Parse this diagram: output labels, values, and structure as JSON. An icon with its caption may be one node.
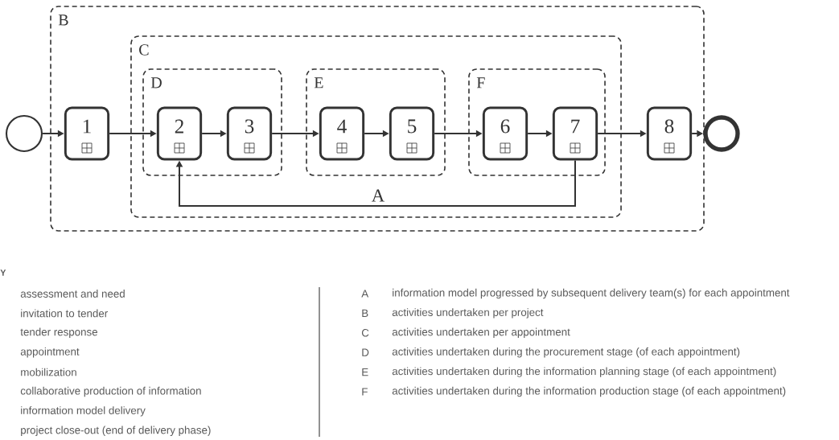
{
  "diagram": {
    "nodes": [
      {
        "text": [],
        "shape": "circle"
      },
      {
        "text": [
          "B"
        ]
      },
      {
        "text": [
          "1"
        ],
        "in": 1
      },
      {
        "text": [
          "C"
        ],
        "in": 1
      },
      {
        "text": [
          "D"
        ],
        "in": 3
      },
      {
        "text": [
          "2"
        ],
        "in": 4
      },
      {
        "text": [
          "3"
        ],
        "in": 4
      },
      {
        "text": [
          "E"
        ],
        "in": 3
      },
      {
        "text": [
          "4"
        ],
        "in": 7
      },
      {
        "text": [
          "5"
        ],
        "in": 7
      },
      {
        "text": [
          "F"
        ],
        "in": 3
      },
      {
        "text": [
          "6"
        ],
        "in": 10
      },
      {
        "text": [
          "7"
        ],
        "in": 10
      },
      {
        "text": [
          "8"
        ],
        "in": 1
      },
      {
        "text": [],
        "shape": "circle"
      }
    ],
    "edges": [
      {
        "from": 0,
        "to": 2,
        "arrow": "to"
      },
      {
        "from": 2,
        "to": 5,
        "arrow": "to"
      },
      {
        "from": 5,
        "to": 6,
        "arrow": "to"
      },
      {
        "from": 6,
        "to": 8,
        "arrow": "to"
      },
      {
        "from": 8,
        "to": 9,
        "arrow": "to"
      },
      {
        "from": 9,
        "to": 11,
        "arrow": "to"
      },
      {
        "from": 11,
        "to": 12,
        "arrow": "to"
      },
      {
        "from": 12,
        "to": 13,
        "arrow": "to"
      },
      {
        "from": 13,
        "to": 14,
        "arrow": "to"
      },
      {
        "from": 12,
        "to": 5,
        "arrow": "to",
        "label": "A"
      }
    ],
    "labels": [
      "Y",
      "assessment and need",
      "invitation to tender",
      "tender response",
      "appointment",
      "mobilization",
      "collaborative production of information",
      "information model delivery",
      "project close-out (end of delivery phase)",
      "A",
      "information model progressed by subsequent delivery team(s) for each appointment",
      "B",
      "activities undertaken per project",
      "C",
      "activities undertaken per appointment",
      "D",
      "activities undertaken during the procurement stage (of each appointment)",
      "E",
      "activities undertaken during the information planning stage (of each appointment)",
      "F",
      "activities undertaken during the information production stage (of each appointment)"
    ]
  }
}
